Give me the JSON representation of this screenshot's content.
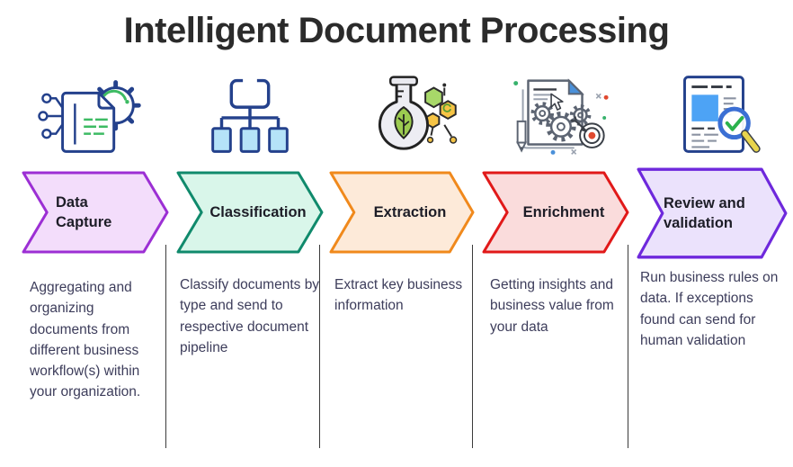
{
  "title": "Intelligent Document Processing",
  "colors": {
    "title_text": "#2b2b2b",
    "body_text": "#3d3d5b",
    "label_text": "#1d1d27",
    "divider": "#3b3b3b",
    "icon_navy": "#24418c",
    "icon_green": "#3dbb63",
    "icon_light_blue": "#b5e3f8",
    "icon_blue": "#4a90d9",
    "icon_yellow": "#f2c245",
    "icon_red": "#e0492f"
  },
  "stages": [
    {
      "label": "Data Capture",
      "description": "Aggregating and organizing documents from different business workflow(s) within your organization.",
      "icon": "document-gear-circuit-icon",
      "arrow_fill": "#f3ddfb",
      "arrow_stroke": "#9c2fd4"
    },
    {
      "label": "Classification",
      "description": "Classify documents by type and send to respective document pipeline",
      "icon": "hierarchy-sitemap-icon",
      "arrow_fill": "#d9f6ea",
      "arrow_stroke": "#108a6c"
    },
    {
      "label": "Extraction",
      "description": "Extract key business information",
      "icon": "flask-molecule-icon",
      "arrow_fill": "#fdead9",
      "arrow_stroke": "#f0891c"
    },
    {
      "label": "Enrichment",
      "description": "Getting insights and business value from your data",
      "icon": "document-gears-target-icon",
      "arrow_fill": "#fadcdc",
      "arrow_stroke": "#e11919"
    },
    {
      "label": "Review and validation",
      "description": "Run business rules on data. If exceptions found can send for human validation",
      "icon": "document-magnifier-check-icon",
      "arrow_fill": "#ebe2fc",
      "arrow_stroke": "#6e28dc"
    }
  ]
}
